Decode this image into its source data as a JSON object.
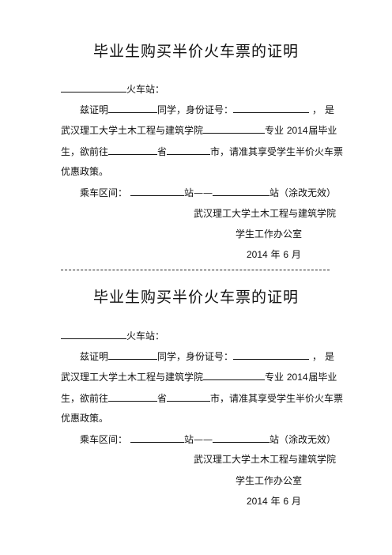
{
  "cert1": {
    "title": "毕业生购买半价火车票的证明",
    "station_suffix": "火车站：",
    "p1_prefix": "兹证明",
    "p1_mid": "同学，身份证号：",
    "p1_end": "，是",
    "p2_school": "武汉理工大学土木工程与建筑学院",
    "p2_major": "专业",
    "p2_year": "2014",
    "p2_grad": "届毕业",
    "p3_start": "生，欲前往",
    "p3_province": "省",
    "p3_city": "市，请准其享受学生半价火车票",
    "p4": "优惠政策。",
    "route_label": "乘车区间：",
    "route_mid": "站——",
    "route_end": "站（涂改无效）",
    "sign_school": "武汉理工大学土木工程与建筑学院",
    "sign_office": "学生工作办公室",
    "sign_year": "2014",
    "sign_year_suffix": "年",
    "sign_month": "6",
    "sign_month_suffix": "月"
  },
  "cert2": {
    "title": "毕业生购买半价火车票的证明",
    "station_suffix": "火车站：",
    "p1_prefix": "兹证明",
    "p1_mid": "同学，身份证号：",
    "p1_end": "，是",
    "p2_school": "武汉理工大学土木工程与建筑学院",
    "p2_major": "专业",
    "p2_year": "2014",
    "p2_grad": "届毕业",
    "p3_start": "生，欲前往",
    "p3_province": "省",
    "p3_city": "市，请准其享受学生半价火车票",
    "p4": "优惠政策。",
    "route_label": "乘车区间：",
    "route_mid": "站——",
    "route_end": "站（涂改无效）",
    "sign_school": "武汉理工大学土木工程与建筑学院",
    "sign_office": "学生工作办公室",
    "sign_year": "2014",
    "sign_year_suffix": "年",
    "sign_month": "6",
    "sign_month_suffix": "月"
  }
}
